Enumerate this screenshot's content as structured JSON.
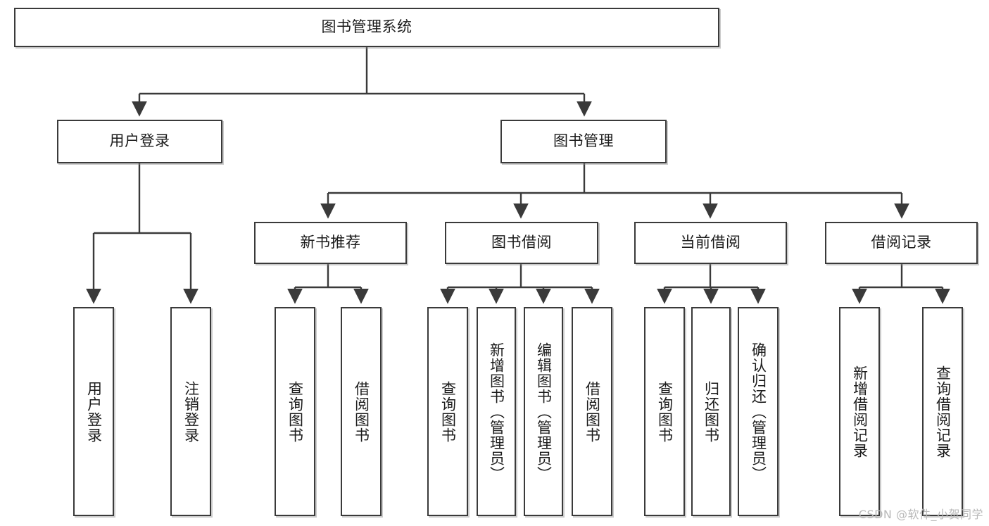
{
  "diagram": {
    "title": "图书管理系统",
    "type": "tree",
    "watermark": "CSDN @软件_小贺同学",
    "nodes": {
      "root": {
        "label": "图书管理系统"
      },
      "level2": [
        {
          "id": "user-login",
          "label": "用户登录"
        },
        {
          "id": "book-manage",
          "label": "图书管理"
        }
      ],
      "level3": [
        {
          "id": "new-book-recommend",
          "label": "新书推荐"
        },
        {
          "id": "book-borrow",
          "label": "图书借阅"
        },
        {
          "id": "current-borrow",
          "label": "当前借阅"
        },
        {
          "id": "borrow-record",
          "label": "借阅记录"
        }
      ],
      "leaves": [
        {
          "id": "leaf-user-login",
          "label": "用户登录",
          "parent": "user-login"
        },
        {
          "id": "leaf-logout-login",
          "label": "注销登录",
          "parent": "user-login"
        },
        {
          "id": "leaf-query-book-1",
          "label": "查询图书",
          "parent": "new-book-recommend"
        },
        {
          "id": "leaf-borrow-book-1",
          "label": "借阅图书",
          "parent": "new-book-recommend"
        },
        {
          "id": "leaf-query-book-2",
          "label": "查询图书",
          "parent": "book-borrow"
        },
        {
          "id": "leaf-add-book",
          "label": "新增图书（管理员）",
          "parent": "book-borrow"
        },
        {
          "id": "leaf-edit-book",
          "label": "编辑图书（管理员）",
          "parent": "book-borrow"
        },
        {
          "id": "leaf-borrow-book-2",
          "label": "借阅图书",
          "parent": "book-borrow"
        },
        {
          "id": "leaf-query-book-3",
          "label": "查询图书",
          "parent": "current-borrow"
        },
        {
          "id": "leaf-return-book",
          "label": "归还图书",
          "parent": "current-borrow"
        },
        {
          "id": "leaf-confirm-return",
          "label": "确认归还（管理员）",
          "parent": "current-borrow"
        },
        {
          "id": "leaf-add-record",
          "label": "新增借阅记录",
          "parent": "borrow-record"
        },
        {
          "id": "leaf-query-record",
          "label": "查询借阅记录",
          "parent": "borrow-record"
        }
      ]
    },
    "colors": {
      "stroke": "#3a3a3a",
      "text": "#1b1b1b",
      "background": "#ffffff",
      "watermark": "#b9b9b9"
    }
  }
}
